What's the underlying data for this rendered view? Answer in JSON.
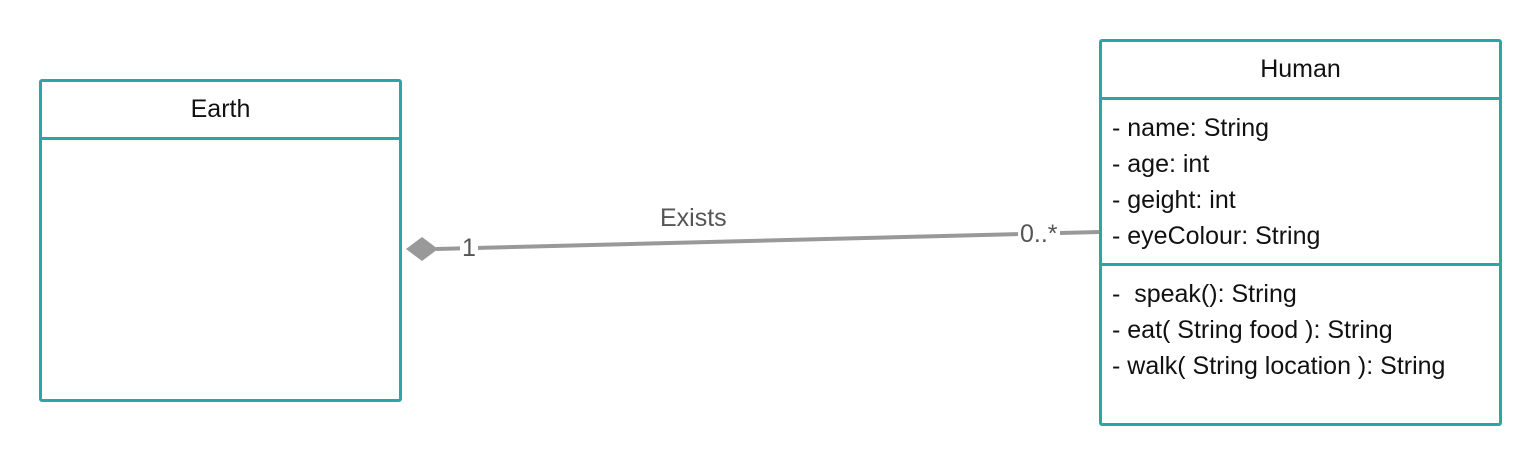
{
  "classes": {
    "earth": {
      "name": "Earth"
    },
    "human": {
      "name": "Human",
      "attributes": [
        "- name: String",
        "- age: int",
        "- geight: int",
        "- eyeColour: String"
      ],
      "operations": [
        "-  speak(): String",
        "- eat( String food ): String",
        "- walk( String location ): String"
      ]
    }
  },
  "association": {
    "label": "Exists",
    "source_multiplicity": "1",
    "target_multiplicity": "0..*",
    "source_end": "composition-diamond"
  },
  "colors": {
    "class_border": "#2aa7a2",
    "connector": "#999999",
    "label_text": "#555555"
  }
}
